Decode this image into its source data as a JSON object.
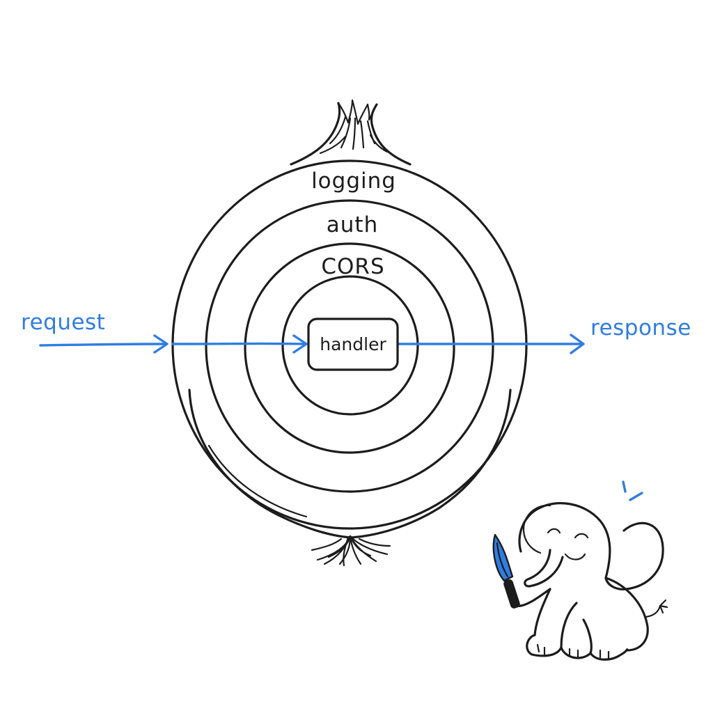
{
  "diagram": {
    "layers": [
      {
        "id": "logging",
        "label": "logging"
      },
      {
        "id": "auth",
        "label": "auth"
      },
      {
        "id": "cors",
        "label": "CORS"
      }
    ],
    "core": {
      "label": "handler"
    },
    "input": {
      "label": "request"
    },
    "output": {
      "label": "response"
    }
  },
  "colors": {
    "ink": "#1c1c1c",
    "accent": "#2f7de1",
    "background": "#ffffff"
  },
  "illustration": {
    "subject": "onion",
    "mascot": "elephant-with-knife"
  }
}
